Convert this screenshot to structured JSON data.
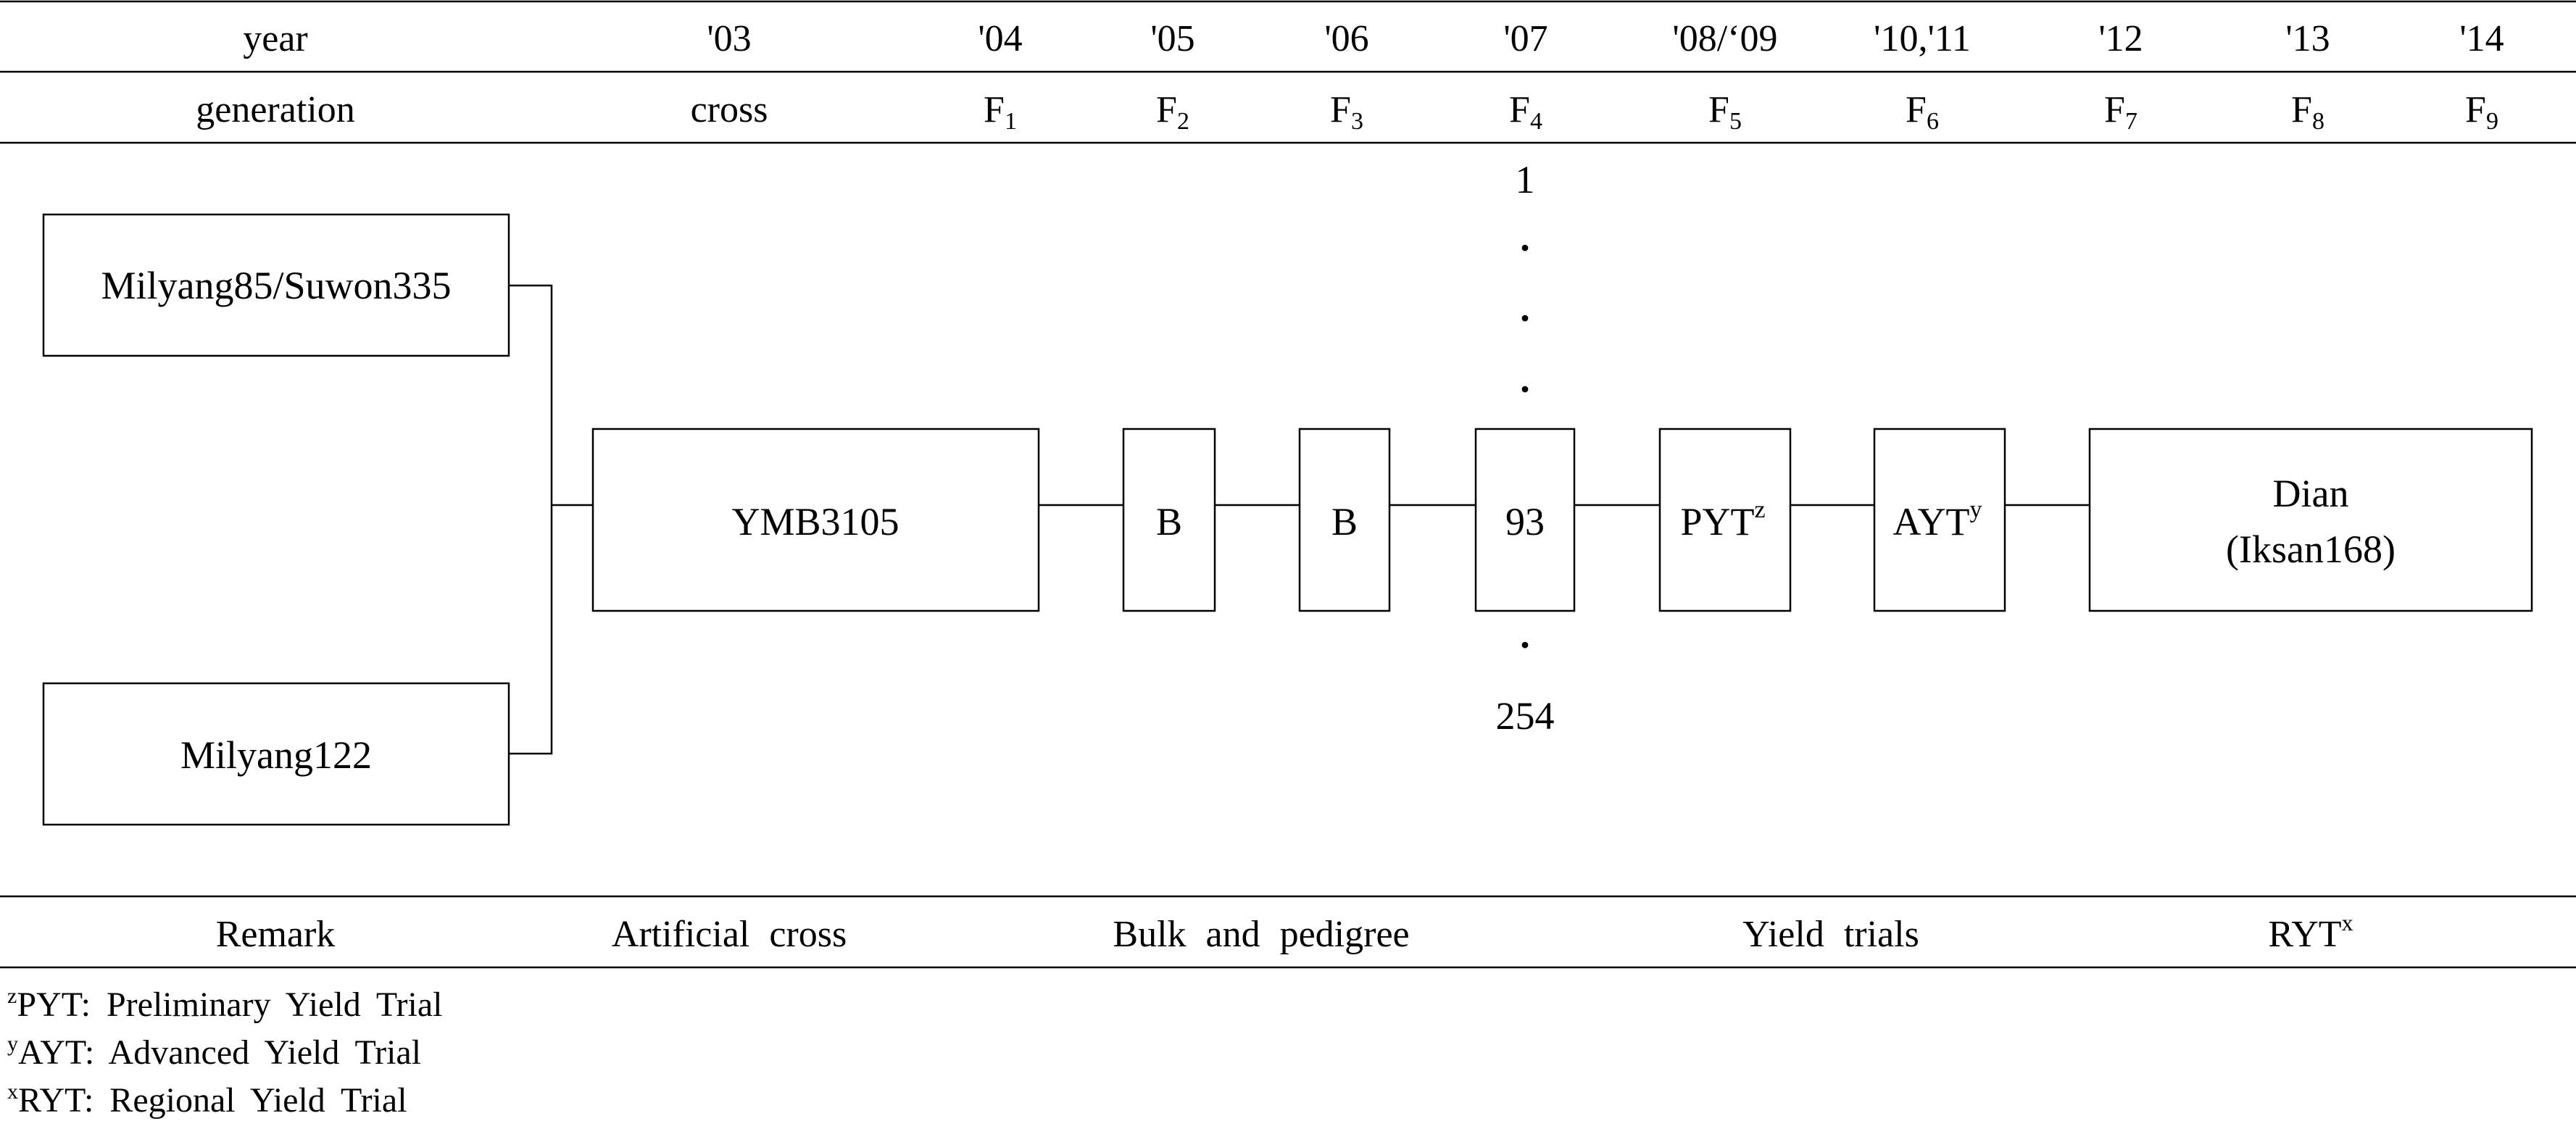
{
  "header": {
    "year_label": "year",
    "years": [
      "'03",
      "'04",
      "'05",
      "'06",
      "'07",
      "'08/‘09",
      "'10,'11",
      "'12",
      "'13",
      "'14"
    ],
    "generation_label": "generation",
    "generations": [
      {
        "base": "cross",
        "sub": ""
      },
      {
        "base": "F",
        "sub": "1"
      },
      {
        "base": "F",
        "sub": "2"
      },
      {
        "base": "F",
        "sub": "3"
      },
      {
        "base": "F",
        "sub": "4"
      },
      {
        "base": "F",
        "sub": "5"
      },
      {
        "base": "F",
        "sub": "6"
      },
      {
        "base": "F",
        "sub": "7"
      },
      {
        "base": "F",
        "sub": "8"
      },
      {
        "base": "F",
        "sub": "9"
      }
    ]
  },
  "parents": {
    "top": "Milyang85/Suwon335",
    "bottom": "Milyang122"
  },
  "chain": {
    "cross": "YMB3105",
    "f2": "B",
    "f3": "B",
    "f4": "93",
    "pyt": {
      "base": "PYT",
      "sup": "z"
    },
    "ayt": {
      "base": "AYT",
      "sup": "y"
    },
    "final_line1": "Dian",
    "final_line2": "(Iksan168)"
  },
  "lines_f4": {
    "top": "1",
    "bottom": "254",
    "dot": "·"
  },
  "remarks": {
    "label": "Remark",
    "items": [
      "Artificial cross",
      "Bulk and pedigree",
      "Yield trials"
    ],
    "ryt": {
      "base": "RYT",
      "sup": "x"
    }
  },
  "footnotes": [
    {
      "sup": "z",
      "text": "PYT: Preliminary Yield Trial"
    },
    {
      "sup": "y",
      "text": "AYT: Advanced Yield Trial"
    },
    {
      "sup": "x",
      "text": "RYT: Regional Yield Trial"
    }
  ]
}
